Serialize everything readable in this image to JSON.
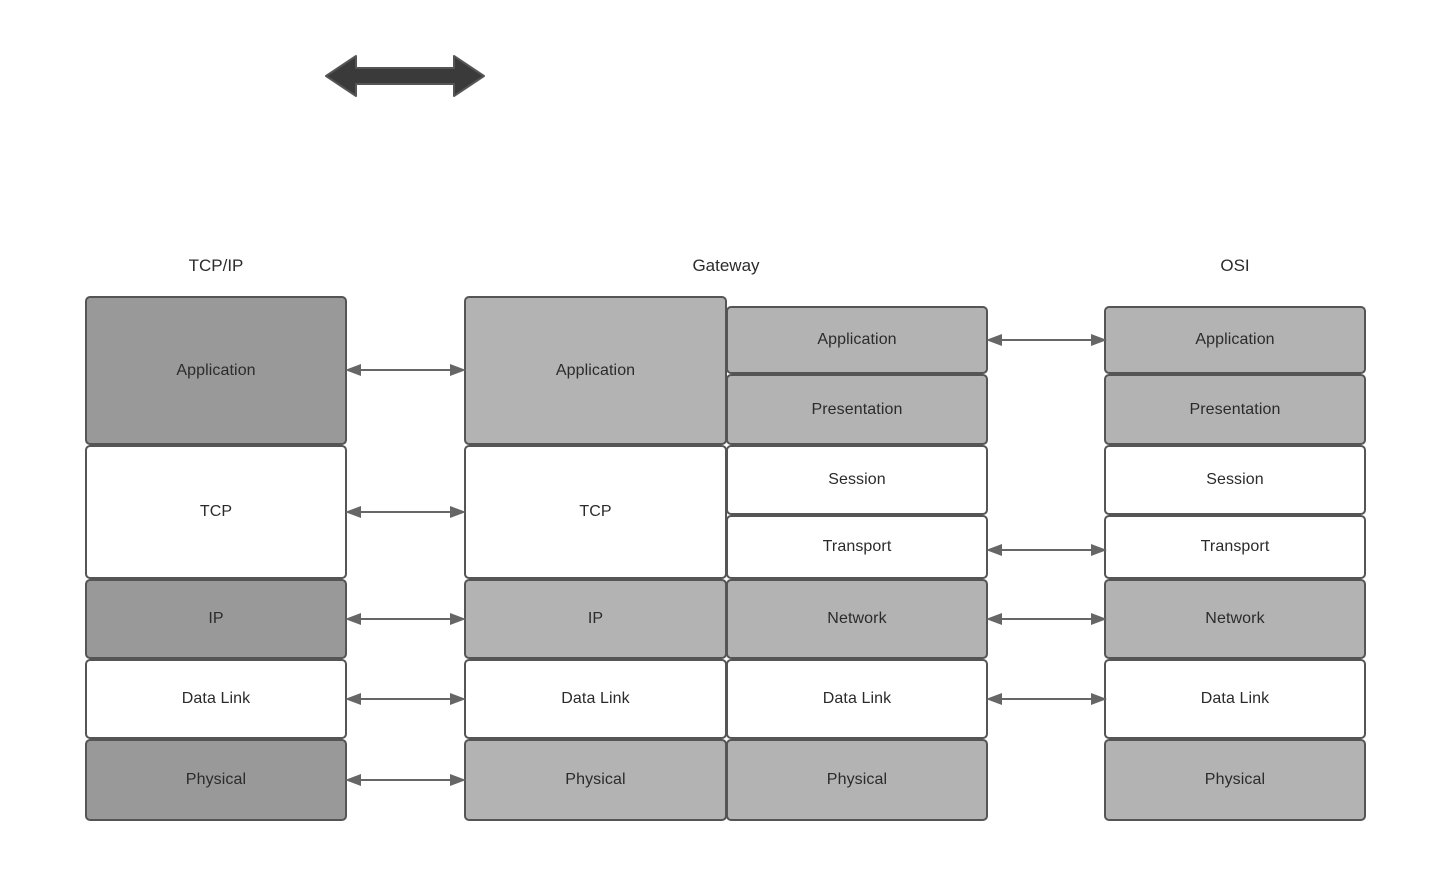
{
  "diagram": {
    "title_top_arrow": "bidirectional-arrow",
    "columns": [
      {
        "id": "tcpip",
        "header": "TCP/IP",
        "layers": [
          {
            "label": "Application",
            "fill": "#999999"
          },
          {
            "label": "TCP",
            "fill": "#ffffff"
          },
          {
            "label": "IP",
            "fill": "#999999"
          },
          {
            "label": "Data Link",
            "fill": "#ffffff"
          },
          {
            "label": "Physical",
            "fill": "#999999"
          }
        ]
      },
      {
        "id": "gateway",
        "header": "Gateway",
        "left_layers": [
          {
            "label": "Application",
            "fill": "#b3b3b3"
          },
          {
            "label": "TCP",
            "fill": "#ffffff"
          },
          {
            "label": "IP",
            "fill": "#b3b3b3"
          },
          {
            "label": "Data Link",
            "fill": "#ffffff"
          },
          {
            "label": "Physical",
            "fill": "#b3b3b3"
          }
        ],
        "right_layers": [
          {
            "label": "Application",
            "fill": "#b3b3b3"
          },
          {
            "label": "Presentation",
            "fill": "#b3b3b3"
          },
          {
            "label": "Session",
            "fill": "#ffffff"
          },
          {
            "label": "Transport",
            "fill": "#ffffff"
          },
          {
            "label": "Network",
            "fill": "#b3b3b3"
          },
          {
            "label": "Data Link",
            "fill": "#ffffff"
          },
          {
            "label": "Physical",
            "fill": "#b3b3b3"
          }
        ]
      },
      {
        "id": "osi",
        "header": "OSI",
        "layers": [
          {
            "label": "Application",
            "fill": "#b3b3b3"
          },
          {
            "label": "Presentation",
            "fill": "#b3b3b3"
          },
          {
            "label": "Session",
            "fill": "#ffffff"
          },
          {
            "label": "Transport",
            "fill": "#ffffff"
          },
          {
            "label": "Network",
            "fill": "#b3b3b3"
          },
          {
            "label": "Data Link",
            "fill": "#ffffff"
          },
          {
            "label": "Physical",
            "fill": "#b3b3b3"
          }
        ]
      }
    ],
    "connectors_left": [
      "Application",
      "TCP",
      "IP",
      "Data Link",
      "Physical"
    ],
    "connectors_right": [
      "Application",
      "Transport",
      "Network",
      "Data Link"
    ],
    "colors": {
      "border": "#555555",
      "gray_dark": "#999999",
      "gray_mid": "#b3b3b3",
      "white": "#ffffff",
      "arrow": "#666666",
      "big_arrow_fill": "#3a3a3a",
      "text": "#2b2b2b"
    }
  }
}
